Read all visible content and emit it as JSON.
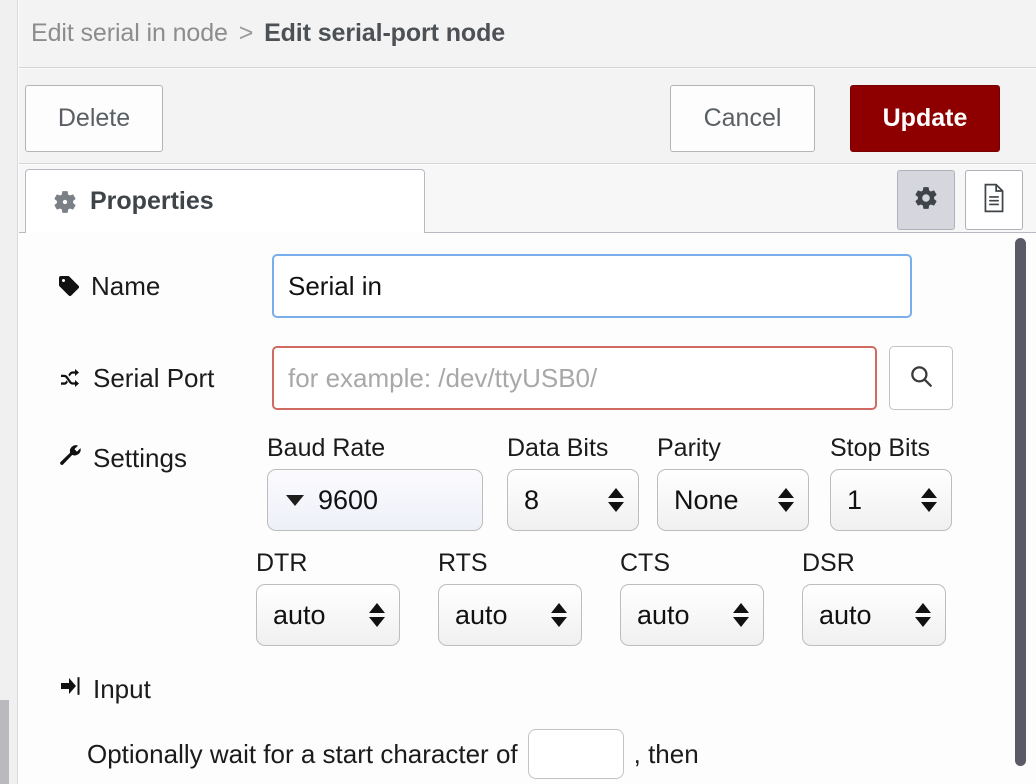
{
  "header": {
    "breadcrumb_previous": "Edit serial in node",
    "breadcrumb_separator": ">",
    "breadcrumb_current": "Edit serial-port node"
  },
  "toolbar": {
    "delete_label": "Delete",
    "cancel_label": "Cancel",
    "update_label": "Update",
    "update_color": "#8e0000"
  },
  "tabs": {
    "properties_label": "Properties",
    "gear_icon": "gear-icon",
    "doc_icon": "document-icon"
  },
  "form": {
    "name": {
      "label": "Name",
      "icon": "tag-icon",
      "value": "Serial in",
      "placeholder": ""
    },
    "serial_port": {
      "label": "Serial Port",
      "icon": "shuffle-icon",
      "value": "",
      "placeholder": "for example: /dev/ttyUSB0/",
      "search_icon": "search-icon"
    },
    "settings": {
      "label": "Settings",
      "icon": "wrench-icon",
      "fields": [
        {
          "caption": "Baud Rate",
          "value": "9600",
          "kind": "combo"
        },
        {
          "caption": "Data Bits",
          "value": "8",
          "kind": "select"
        },
        {
          "caption": "Parity",
          "value": "None",
          "kind": "select"
        },
        {
          "caption": "Stop Bits",
          "value": "1",
          "kind": "select"
        },
        {
          "caption": "DTR",
          "value": "auto",
          "kind": "select"
        },
        {
          "caption": "RTS",
          "value": "auto",
          "kind": "select"
        },
        {
          "caption": "CTS",
          "value": "auto",
          "kind": "select"
        },
        {
          "caption": "DSR",
          "value": "auto",
          "kind": "select"
        }
      ]
    },
    "input_section": {
      "label": "Input",
      "icon": "sign-in-icon",
      "prefix_text": "Optionally wait for a start character of",
      "start_char_value": "",
      "suffix_text": ", then"
    }
  }
}
